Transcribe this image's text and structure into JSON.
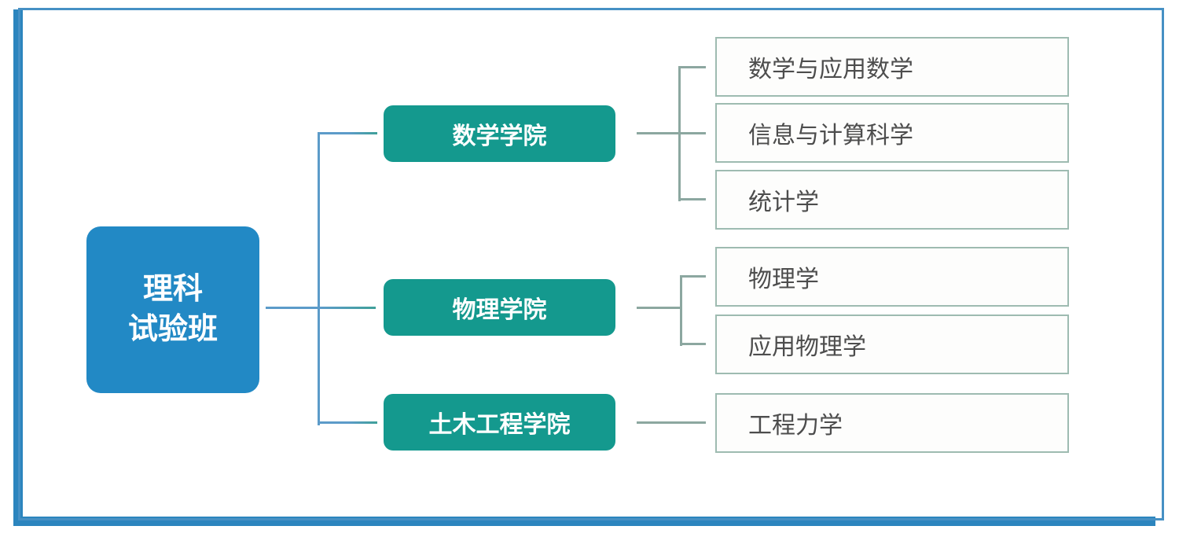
{
  "frame": {
    "accent_color": "#2C85BE",
    "border_color": "#4690C4"
  },
  "tree": {
    "root": {
      "line1": "理科",
      "line2": "试验班",
      "color": "#2289C5"
    },
    "branch_color": "#14998E",
    "branches": [
      {
        "label": "数学学院",
        "children": [
          "数学与应用数学",
          "信息与计算科学",
          "统计学"
        ]
      },
      {
        "label": "物理学院",
        "children": [
          "物理学",
          "应用物理学"
        ]
      },
      {
        "label": "土木工程学院",
        "children": [
          "工程力学"
        ]
      }
    ],
    "connector_colors": {
      "root_side": "#5C9BC9",
      "leaf_side": "#8CA7A0"
    },
    "leaf_border_color": "#9EBBB1",
    "leaf_text_color": "#4D4D4D"
  }
}
